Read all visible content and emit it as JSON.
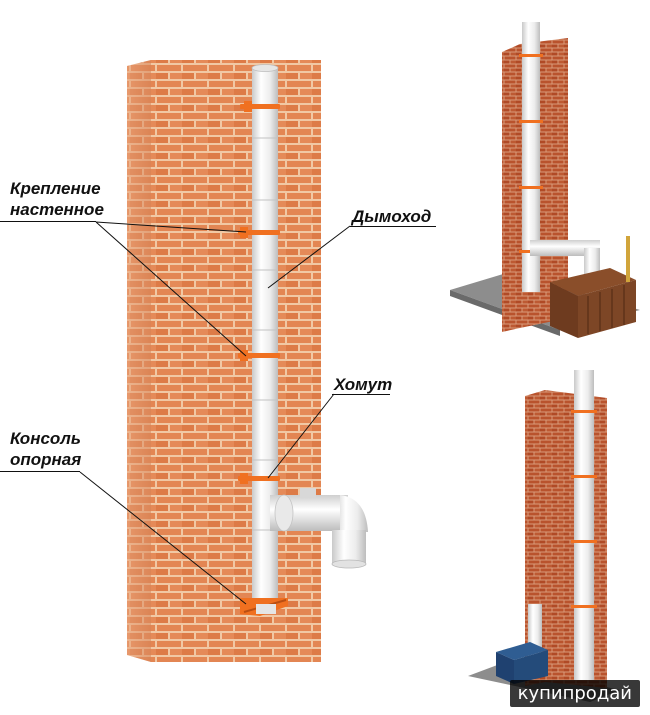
{
  "labels": {
    "wall_mount": [
      "Крепление",
      "настенное"
    ],
    "chimney": "Дымоход",
    "clamp": "Хомут",
    "support_console": [
      "Консоль",
      "опорная"
    ]
  },
  "watermark": "купипродай",
  "colors": {
    "brick": "#e0804f",
    "brick_dark": "#b5562c",
    "mortar": "#efc9a7",
    "pipe": "#f3f3f3",
    "clamp": "#f07020",
    "leader": "#111111",
    "ground": "#8a8a8a",
    "boiler_brown": "#6e3b1f",
    "boiler_blue": "#244b7a"
  }
}
